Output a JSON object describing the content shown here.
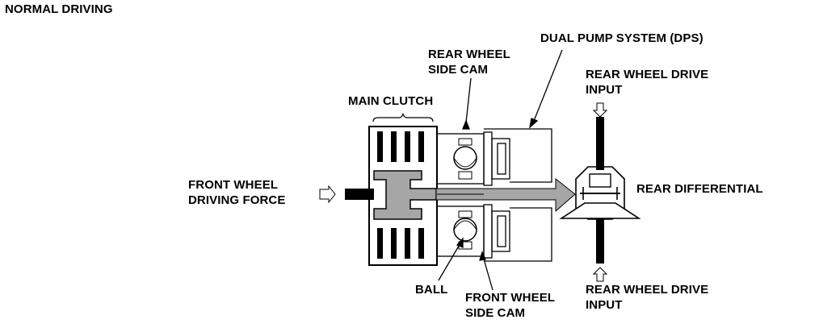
{
  "title": "NORMAL DRIVING",
  "labels": {
    "front_wheel_driving_force": [
      "FRONT WHEEL",
      "DRIVING FORCE"
    ],
    "main_clutch": "MAIN CLUTCH",
    "rear_wheel_side_cam": [
      "REAR WHEEL",
      "SIDE CAM"
    ],
    "dual_pump_system": "DUAL PUMP SYSTEM (DPS)",
    "rear_wheel_drive_input_top": [
      "REAR WHEEL DRIVE",
      "INPUT"
    ],
    "rear_differential": "REAR DIFFERENTIAL",
    "ball": "BALL",
    "front_wheel_side_cam": [
      "FRONT WHEEL",
      "SIDE CAM"
    ],
    "rear_wheel_drive_input_bottom": [
      "REAR WHEEL DRIVE",
      "INPUT"
    ]
  },
  "colors": {
    "ink": "#000000",
    "flow_gray": "#a6a6a6",
    "background": "#ffffff"
  }
}
